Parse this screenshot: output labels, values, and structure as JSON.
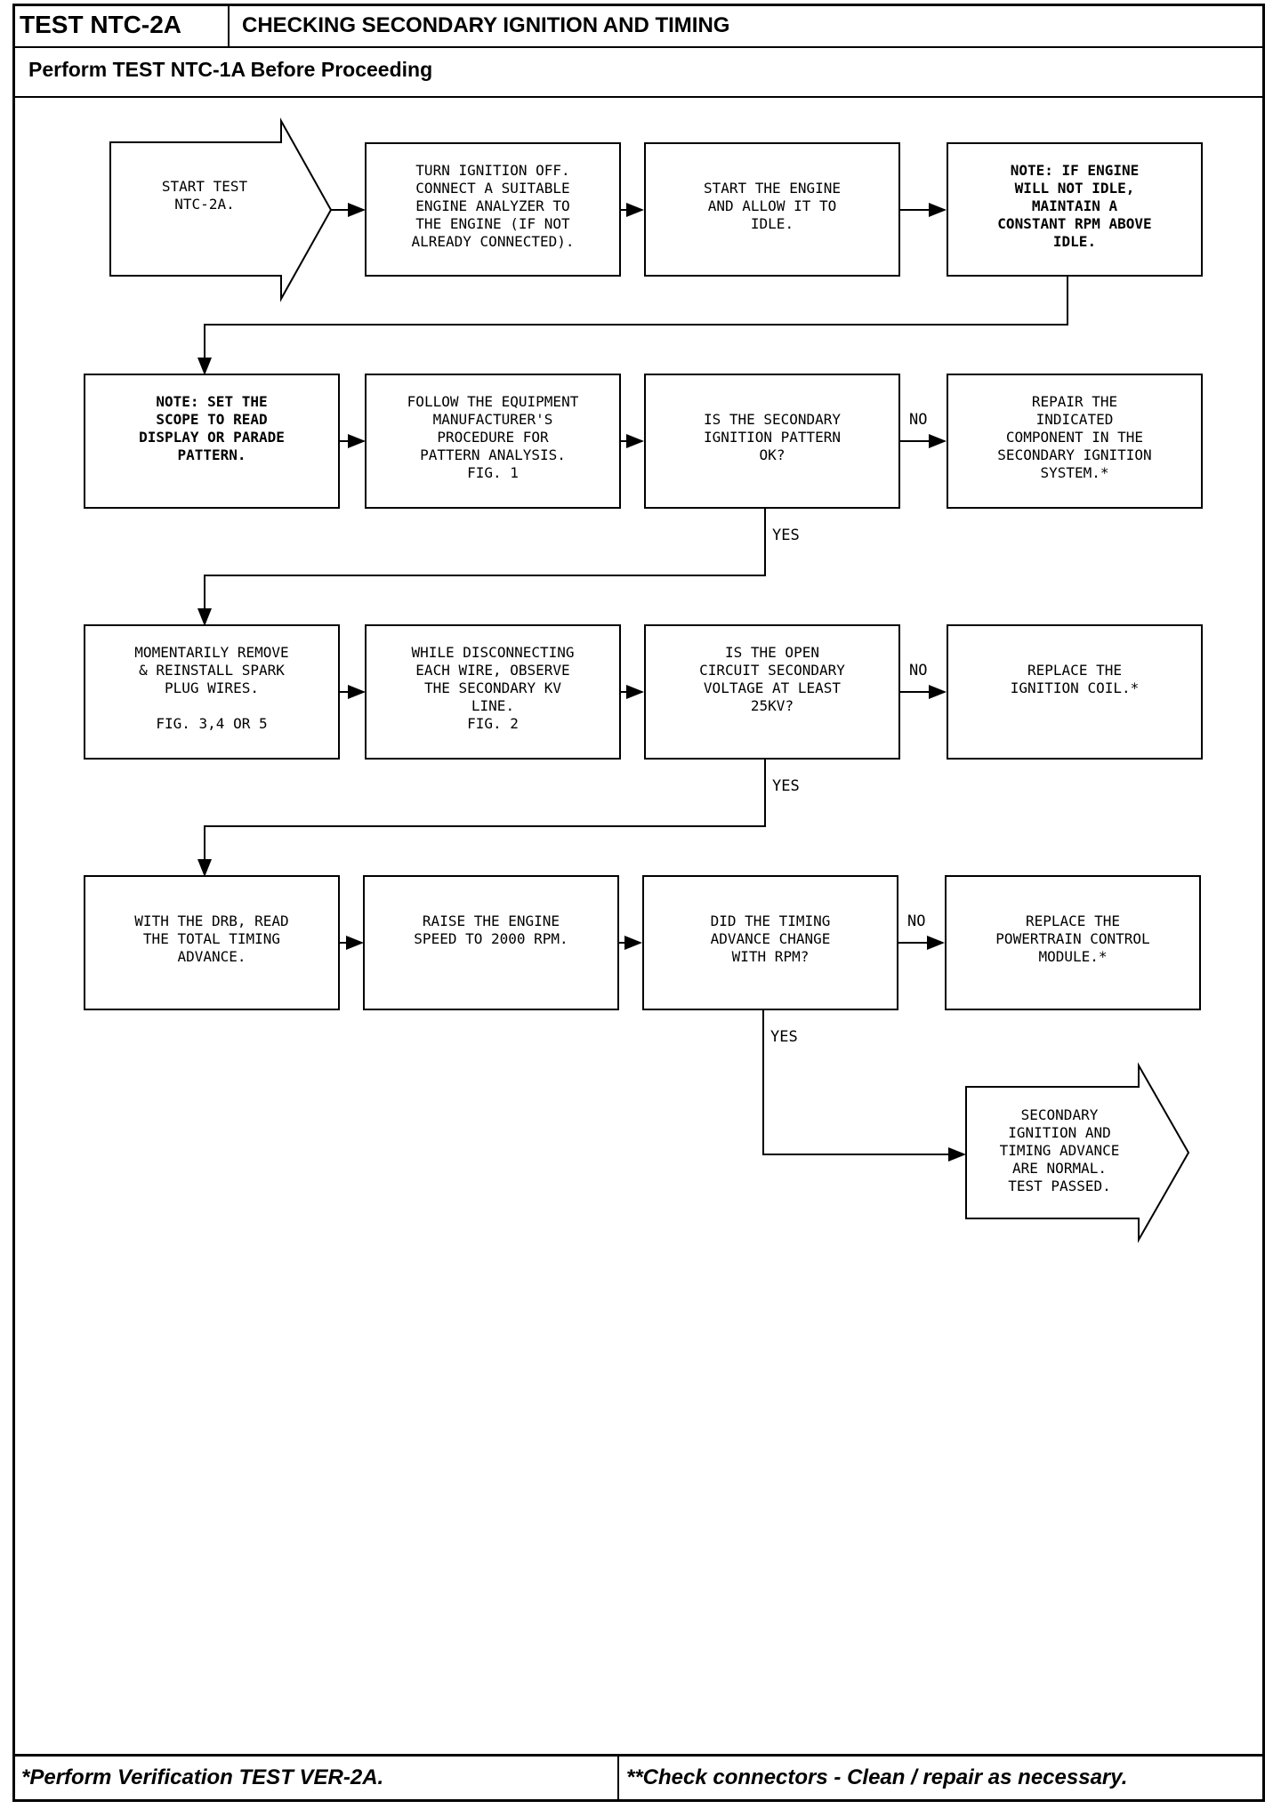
{
  "header": {
    "test_id": "TEST NTC-2A",
    "title": "CHECKING SECONDARY IGNITION AND TIMING",
    "subtitle": "Perform TEST NTC-1A Before Proceeding"
  },
  "nodes": {
    "start": "START TEST\nNTC-2A.",
    "turn_ignition_off": "TURN IGNITION OFF.\nCONNECT A SUITABLE\nENGINE ANALYZER TO\nTHE ENGINE (IF NOT\nALREADY CONNECTED).",
    "start_engine": "START THE ENGINE\nAND ALLOW IT TO\nIDLE.",
    "note_idle": "NOTE: IF ENGINE\nWILL NOT IDLE,\nMAINTAIN A\nCONSTANT RPM ABOVE\nIDLE.",
    "note_scope": "NOTE: SET THE\nSCOPE TO READ\nDISPLAY OR PARADE\nPATTERN.",
    "follow_manufacturer": "FOLLOW THE EQUIPMENT\nMANUFACTURER'S\nPROCEDURE FOR\nPATTERN ANALYSIS.\nFIG. 1",
    "pattern_ok": "IS THE SECONDARY\nIGNITION PATTERN\nOK?",
    "repair_component": "REPAIR THE\nINDICATED\nCOMPONENT IN THE\nSECONDARY IGNITION\nSYSTEM.*",
    "remove_reinstall": "MOMENTARILY REMOVE\n& REINSTALL SPARK\nPLUG WIRES.\n\nFIG. 3,4 OR 5",
    "disconnect_wire": "WHILE DISCONNECTING\nEACH WIRE, OBSERVE\nTHE SECONDARY KV\nLINE.\nFIG. 2",
    "voltage_25kv": "IS THE OPEN\nCIRCUIT SECONDARY\nVOLTAGE AT LEAST\n25KV?",
    "replace_coil": "REPLACE THE\nIGNITION COIL.*",
    "read_advance": "WITH THE DRB, READ\nTHE TOTAL TIMING\nADVANCE.",
    "raise_speed": "RAISE THE ENGINE\nSPEED TO 2000 RPM.",
    "advance_change": "DID THE TIMING\nADVANCE CHANGE\nWITH RPM?",
    "replace_pcm": "REPLACE THE\nPOWERTRAIN CONTROL\nMODULE.*",
    "end": "SECONDARY\nIGNITION AND\nTIMING ADVANCE\nARE NORMAL.\nTEST PASSED."
  },
  "labels": {
    "no": "NO",
    "yes": "YES"
  },
  "footer": {
    "left": "*Perform Verification TEST VER-2A.",
    "right": "**Check connectors - Clean / repair as necessary."
  }
}
